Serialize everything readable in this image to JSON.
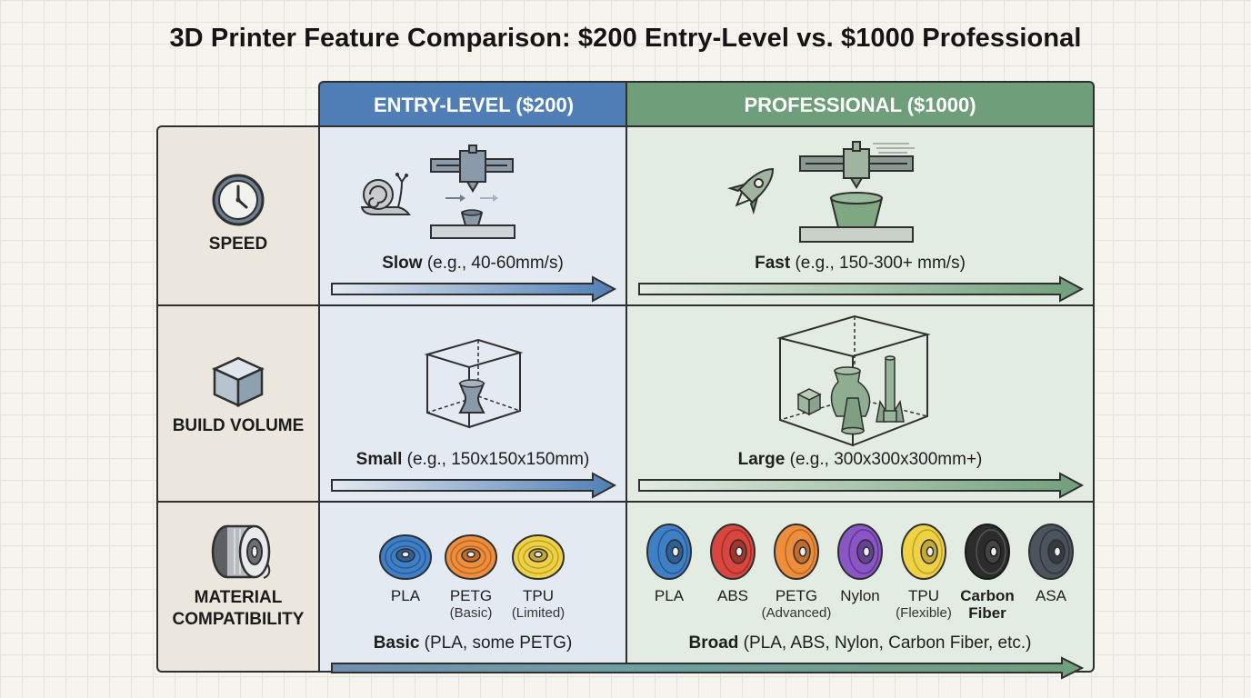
{
  "title": "3D Printer Feature Comparison: $200 Entry-Level vs. $1000 Professional",
  "columns": {
    "entry": "ENTRY-LEVEL ($200)",
    "pro": "PROFESSIONAL ($1000)"
  },
  "rows": {
    "speed": {
      "label": "SPEED",
      "entry": {
        "bold": "Slow",
        "rest": " (e.g., 40-60mm/s)"
      },
      "pro": {
        "bold": "Fast",
        "rest": " (e.g., 150-300+ mm/s)"
      }
    },
    "volume": {
      "label": "BUILD VOLUME",
      "entry": {
        "bold": "Small",
        "rest": " (e.g., 150x150x150mm)"
      },
      "pro": {
        "bold": "Large",
        "rest": " (e.g., 300x300x300mm+)"
      }
    },
    "material": {
      "label_line1": "MATERIAL",
      "label_line2": "COMPATIBILITY",
      "entry": {
        "bold": "Basic",
        "rest": " (PLA, some PETG)"
      },
      "pro": {
        "bold": "Broad",
        "rest": " (PLA, ABS, Nylon, Carbon Fiber, etc.)"
      }
    }
  },
  "entry_materials": [
    {
      "name": "PLA",
      "sub": "",
      "color": "#3f7fc6"
    },
    {
      "name": "PETG",
      "sub": "(Basic)",
      "color": "#ee8d3a"
    },
    {
      "name": "TPU",
      "sub": "(Limited)",
      "color": "#efd144"
    }
  ],
  "pro_materials": [
    {
      "name": "PLA",
      "sub": "",
      "color": "#3f7fc6"
    },
    {
      "name": "ABS",
      "sub": "",
      "color": "#d8463f"
    },
    {
      "name": "PETG",
      "sub": "(Advanced)",
      "color": "#ee8d3a"
    },
    {
      "name": "Nylon",
      "sub": "",
      "color": "#8a55c4"
    },
    {
      "name": "TPU",
      "sub": "(Flexible)",
      "color": "#efd144"
    },
    {
      "name": "Carbon",
      "sub": "Fiber",
      "color": "#2c2c2c"
    },
    {
      "name": "ASA",
      "sub": "",
      "color": "#4b535c"
    }
  ],
  "colors": {
    "entry_accent": "#4f7fb6",
    "pro_accent": "#6f9f7a",
    "entry_bg": "#e4eaf1",
    "pro_bg": "#e3ece2"
  },
  "icons": {
    "speed": "clock-icon",
    "volume": "cube-icon",
    "material": "filament-spool-icon",
    "entry_speed": "snail-printer-icon",
    "pro_speed": "rocket-printer-icon"
  }
}
